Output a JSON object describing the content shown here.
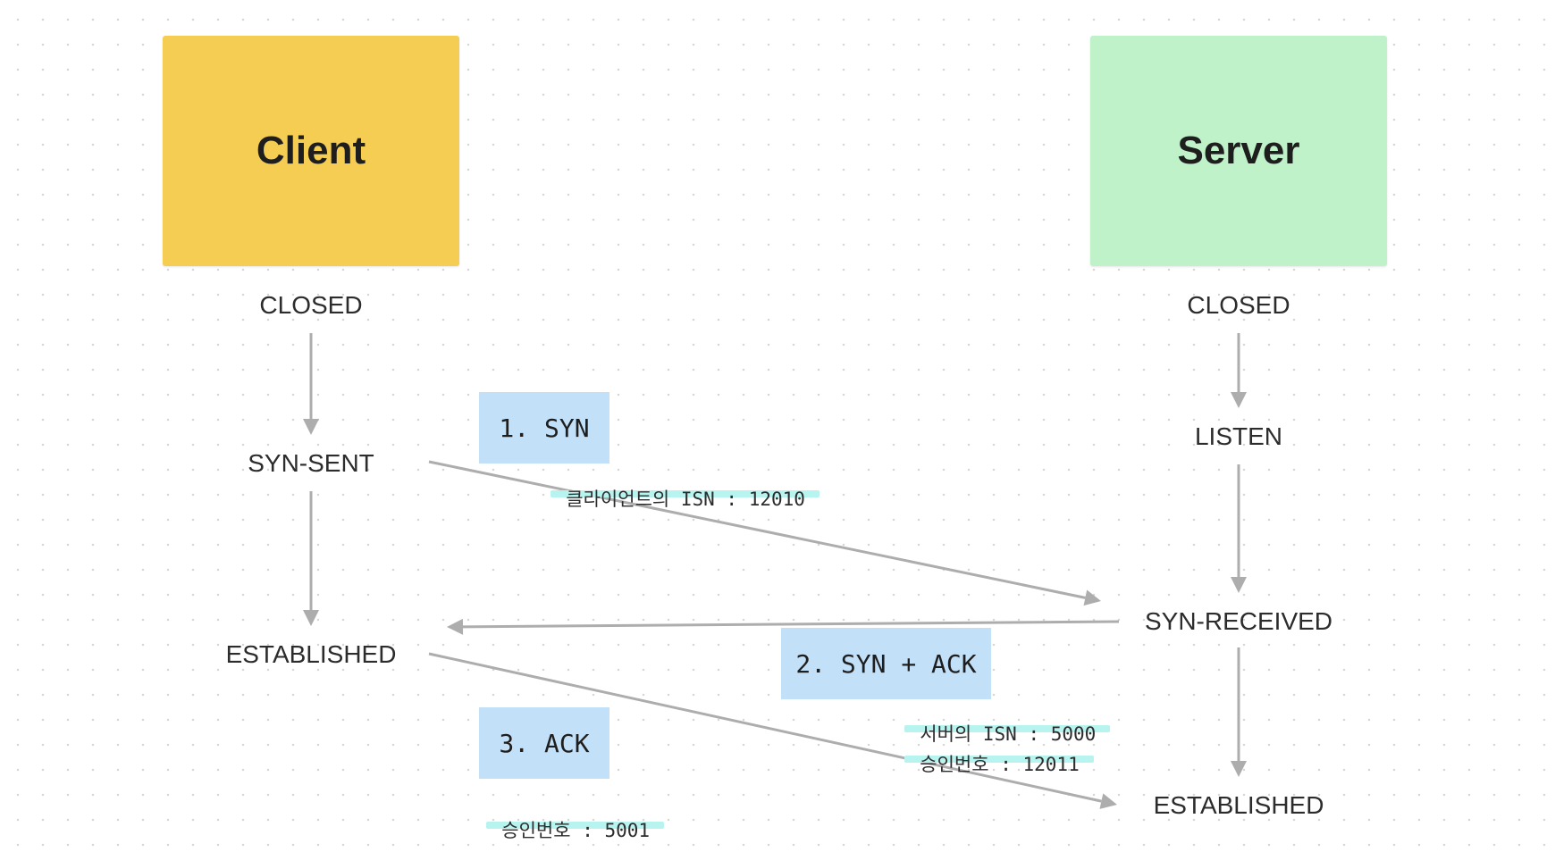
{
  "colors": {
    "client": "#f5cd52",
    "server": "#bff2c8",
    "message": "#c3e0f9",
    "highlight": "#b8f4ef",
    "arrow": "#adadad"
  },
  "client": {
    "title": "Client",
    "states": [
      "CLOSED",
      "SYN-SENT",
      "ESTABLISHED"
    ]
  },
  "server": {
    "title": "Server",
    "states": [
      "CLOSED",
      "LISTEN",
      "SYN-RECEIVED",
      "ESTABLISHED"
    ]
  },
  "messages": [
    {
      "label": "1. SYN",
      "notes": [
        "클라이언트의 ISN : 12010"
      ]
    },
    {
      "label": "2. SYN + ACK",
      "notes": [
        "서버의 ISN : 5000",
        "승인번호 : 12011"
      ]
    },
    {
      "label": "3. ACK",
      "notes": [
        "승인번호 : 5001"
      ]
    }
  ]
}
